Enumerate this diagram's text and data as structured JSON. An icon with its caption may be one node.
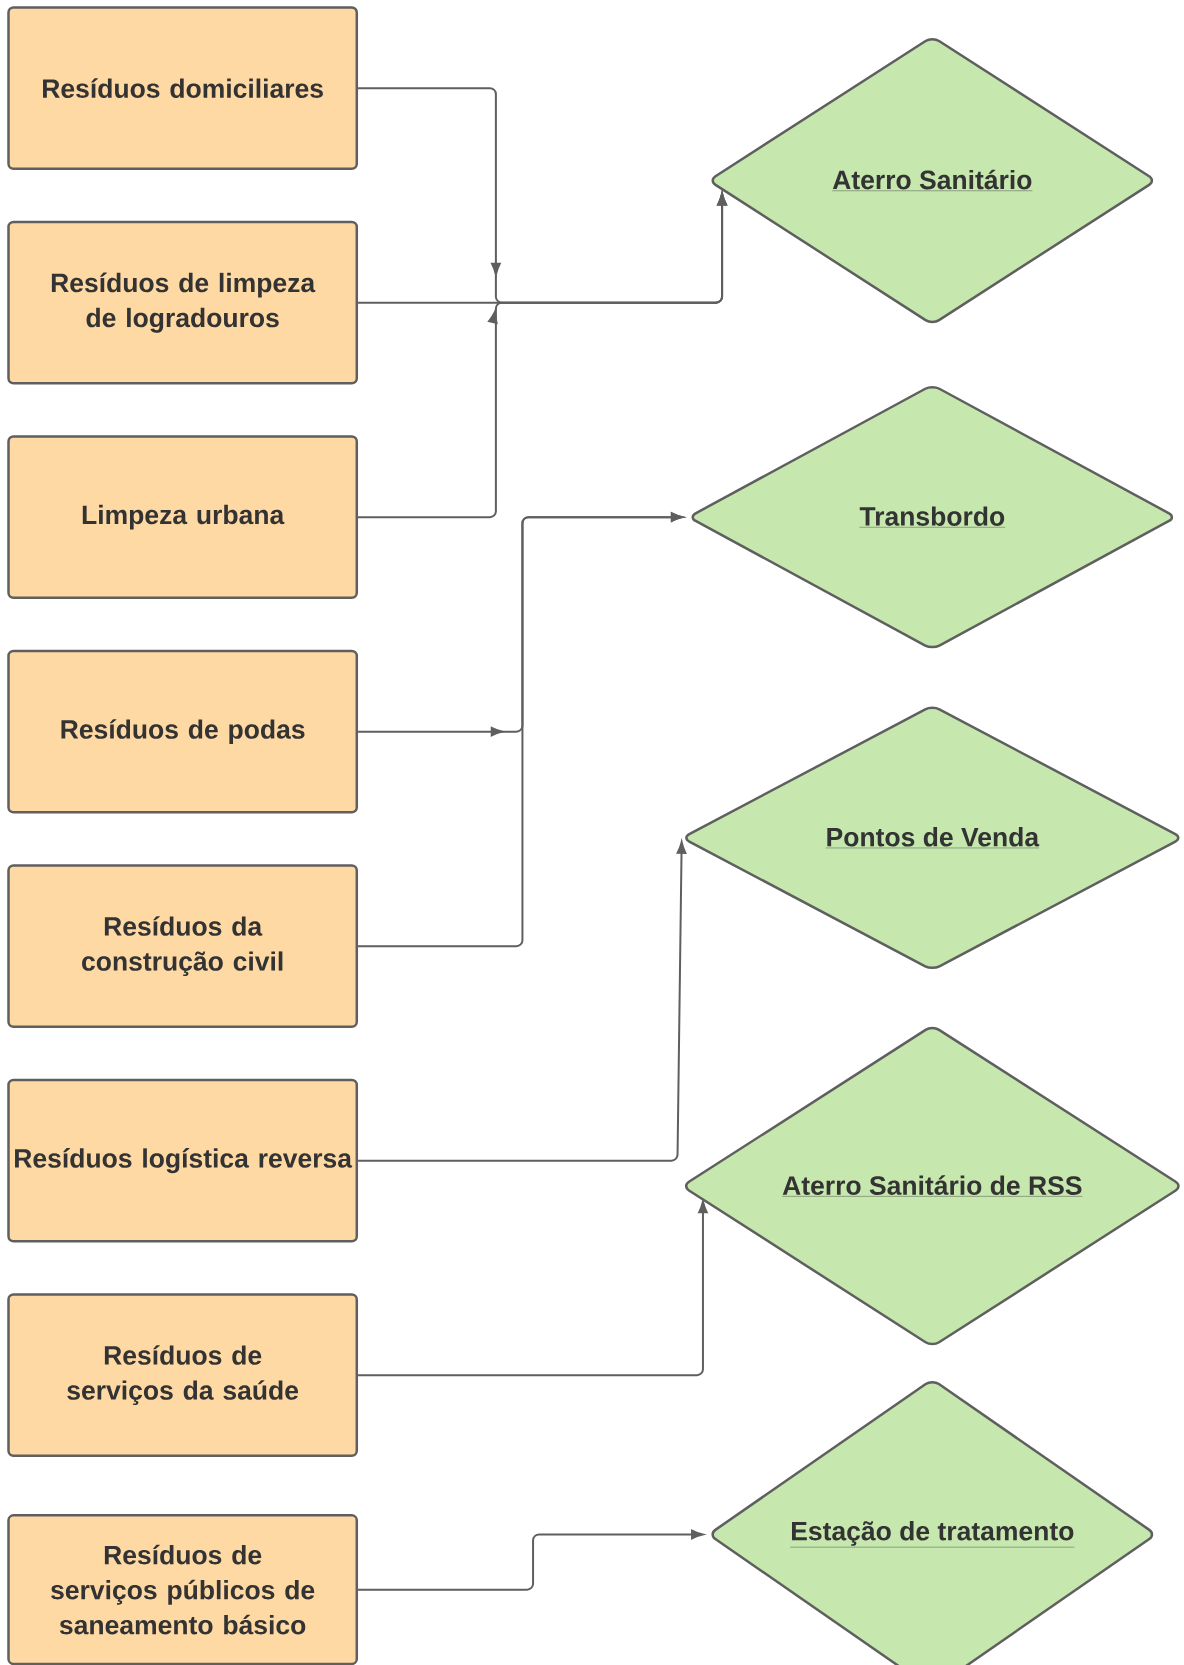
{
  "diagram": {
    "nodes": [
      {
        "text": [
          "Resíduos domiciliares"
        ]
      },
      {
        "text": [
          "Resíduos de limpeza de logradouros"
        ]
      },
      {
        "text": [
          "Limpeza urbana"
        ]
      },
      {
        "text": [
          "Resíduos de podas"
        ]
      },
      {
        "text": [
          "Resíduos da construção civil"
        ]
      },
      {
        "text": [
          "Resíduos logística reversa"
        ]
      },
      {
        "text": [
          "Resíduos de serviços da saúde"
        ]
      },
      {
        "text": [
          "Resíduos de serviços públicos de saneamento básico"
        ]
      },
      {
        "text": [
          "Aterro Sanitário"
        ]
      },
      {
        "text": [
          "Transbordo"
        ]
      },
      {
        "text": [
          "Pontos de Venda"
        ]
      },
      {
        "text": [
          "Aterro Sanitário de RSS"
        ]
      },
      {
        "text": [
          "Estação de tratamento"
        ]
      }
    ],
    "edges": [
      {
        "from": 0,
        "to": 8,
        "arrow": "to"
      },
      {
        "from": 1,
        "to": 8,
        "arrow": "to"
      },
      {
        "from": 2,
        "to": 8,
        "arrow": "to"
      },
      {
        "from": 3,
        "to": 9,
        "arrow": "to"
      },
      {
        "from": 4,
        "to": 9,
        "arrow": "to"
      },
      {
        "from": 5,
        "to": 10,
        "arrow": "to"
      },
      {
        "from": 6,
        "to": 11,
        "arrow": "to"
      },
      {
        "from": 7,
        "to": 12,
        "arrow": "to"
      }
    ]
  }
}
